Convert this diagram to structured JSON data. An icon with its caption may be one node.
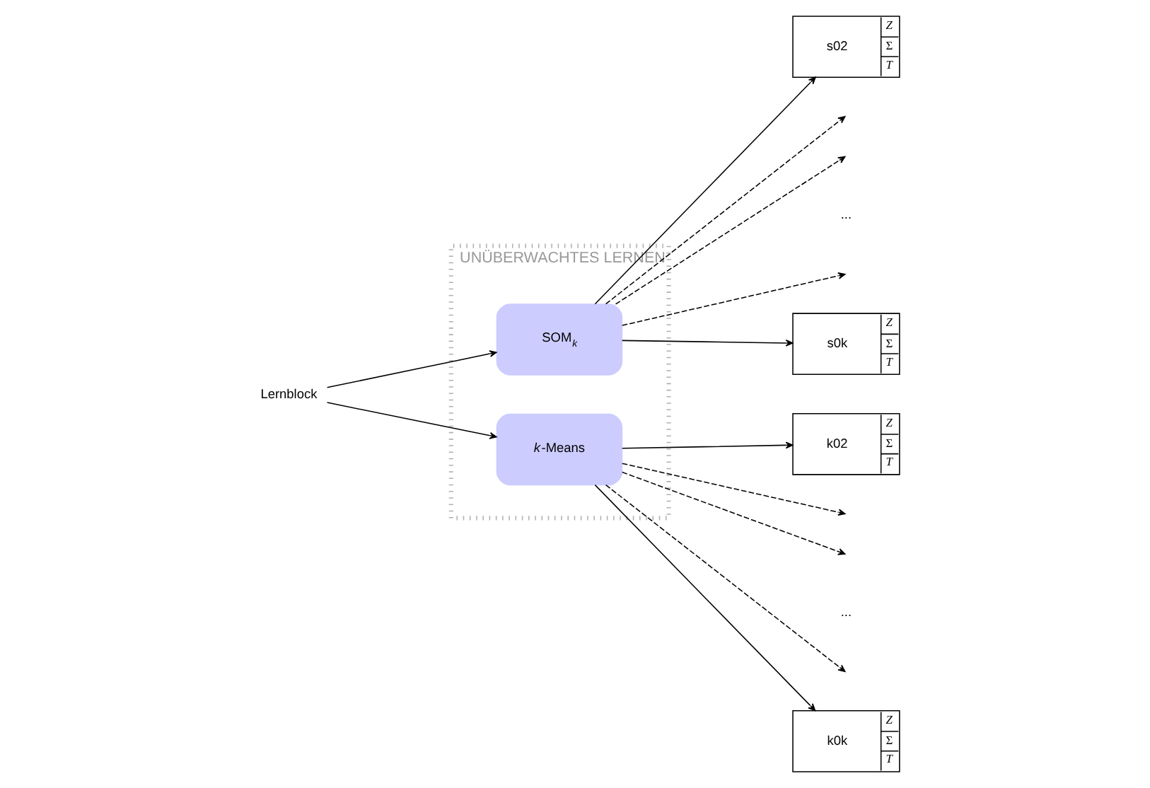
{
  "diagram": {
    "nodes": [
      {
        "text": [
          "UNÜBERWACHTES LERNEN"
        ]
      },
      {
        "text": [
          "SOM$_{k}$"
        ],
        "in": 0
      },
      {
        "text": [
          "*k*-Means"
        ],
        "in": 0
      },
      {
        "text": [
          "Lernblock"
        ]
      },
      {
        "text": [
          "s02",
          "Z",
          "Σ",
          "T"
        ]
      },
      {
        "text": [
          "s0k",
          "Z",
          "Σ",
          "T"
        ]
      },
      {
        "text": [
          "k02",
          "Z",
          "Σ",
          "T"
        ]
      },
      {
        "text": [
          "k0k",
          "Z",
          "Σ",
          "T"
        ]
      }
    ],
    "edges": [
      {
        "from": 3,
        "to": 1,
        "arrow": "to"
      },
      {
        "from": 3,
        "to": 2,
        "arrow": "to"
      },
      {
        "from": 1,
        "to": 4,
        "arrow": "to"
      },
      {
        "from": 1,
        "to": null,
        "arrow": "to",
        "style": "dashed"
      },
      {
        "from": 1,
        "to": null,
        "arrow": "to",
        "style": "dashed"
      },
      {
        "from": 1,
        "to": null,
        "arrow": "to",
        "style": "dashed"
      },
      {
        "from": 1,
        "to": 5,
        "arrow": "to"
      },
      {
        "from": 2,
        "to": 6,
        "arrow": "to"
      },
      {
        "from": 2,
        "to": null,
        "arrow": "to",
        "style": "dashed"
      },
      {
        "from": 2,
        "to": null,
        "arrow": "to",
        "style": "dashed"
      },
      {
        "from": 2,
        "to": null,
        "arrow": "to",
        "style": "dashed"
      },
      {
        "from": 2,
        "to": 7,
        "arrow": "to"
      }
    ],
    "labels": [
      "...",
      "..."
    ]
  }
}
